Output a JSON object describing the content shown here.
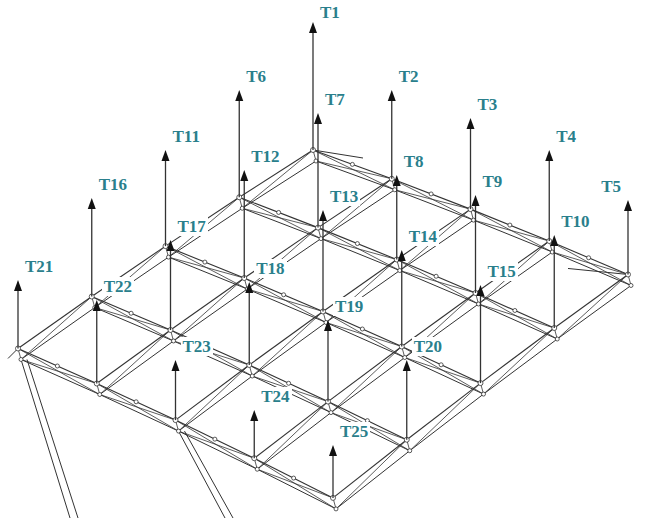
{
  "diagram": {
    "labels": [
      "T1",
      "T2",
      "T3",
      "T4",
      "T5",
      "T6",
      "T7",
      "T8",
      "T9",
      "T10",
      "T11",
      "T12",
      "T13",
      "T14",
      "T15",
      "T16",
      "T17",
      "T18",
      "T19",
      "T20",
      "T21",
      "T22",
      "T23",
      "T24",
      "T25"
    ]
  }
}
